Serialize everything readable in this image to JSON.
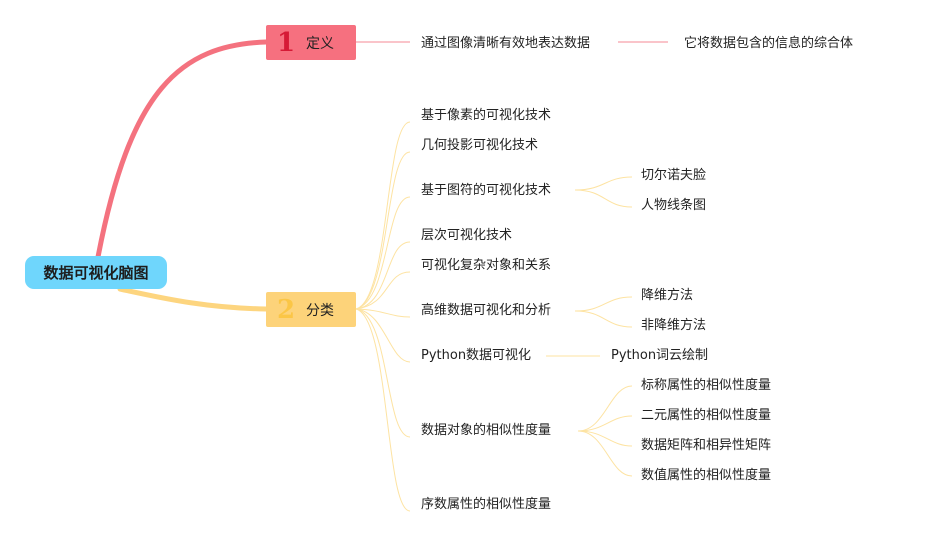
{
  "root": {
    "label": "数据可视化脑图"
  },
  "definition": {
    "number": "1",
    "label": "定义",
    "items": [
      "通过图像清晰有效地表达数据"
    ],
    "sub": [
      "它将数据包含的信息的综合体"
    ]
  },
  "classification": {
    "number": "2",
    "label": "分类",
    "items": [
      "基于像素的可视化技术",
      "几何投影可视化技术",
      "基于图符的可视化技术",
      "层次可视化技术",
      "可视化复杂对象和关系",
      "高维数据可视化和分析",
      "Python数据可视化",
      "数据对象的相似性度量",
      "序数属性的相似性度量"
    ],
    "icon_sub": [
      "切尔诺夫脸",
      "人物线条图"
    ],
    "highdim_sub": [
      "降维方法",
      "非降维方法"
    ],
    "python_sub": [
      "Python词云绘制"
    ],
    "similarity_sub": [
      "标称属性的相似性度量",
      "二元属性的相似性度量",
      "数据矩阵和相异性矩阵",
      "数值属性的相似性度量"
    ]
  },
  "colors": {
    "root": "#6fd6fc",
    "definition": "#f6707f",
    "definition_number": "#d61a36",
    "classification": "#fdd37a",
    "classification_number": "#fbc646",
    "definition_line": "#f48a94",
    "classification_line": "#fde3a2"
  }
}
